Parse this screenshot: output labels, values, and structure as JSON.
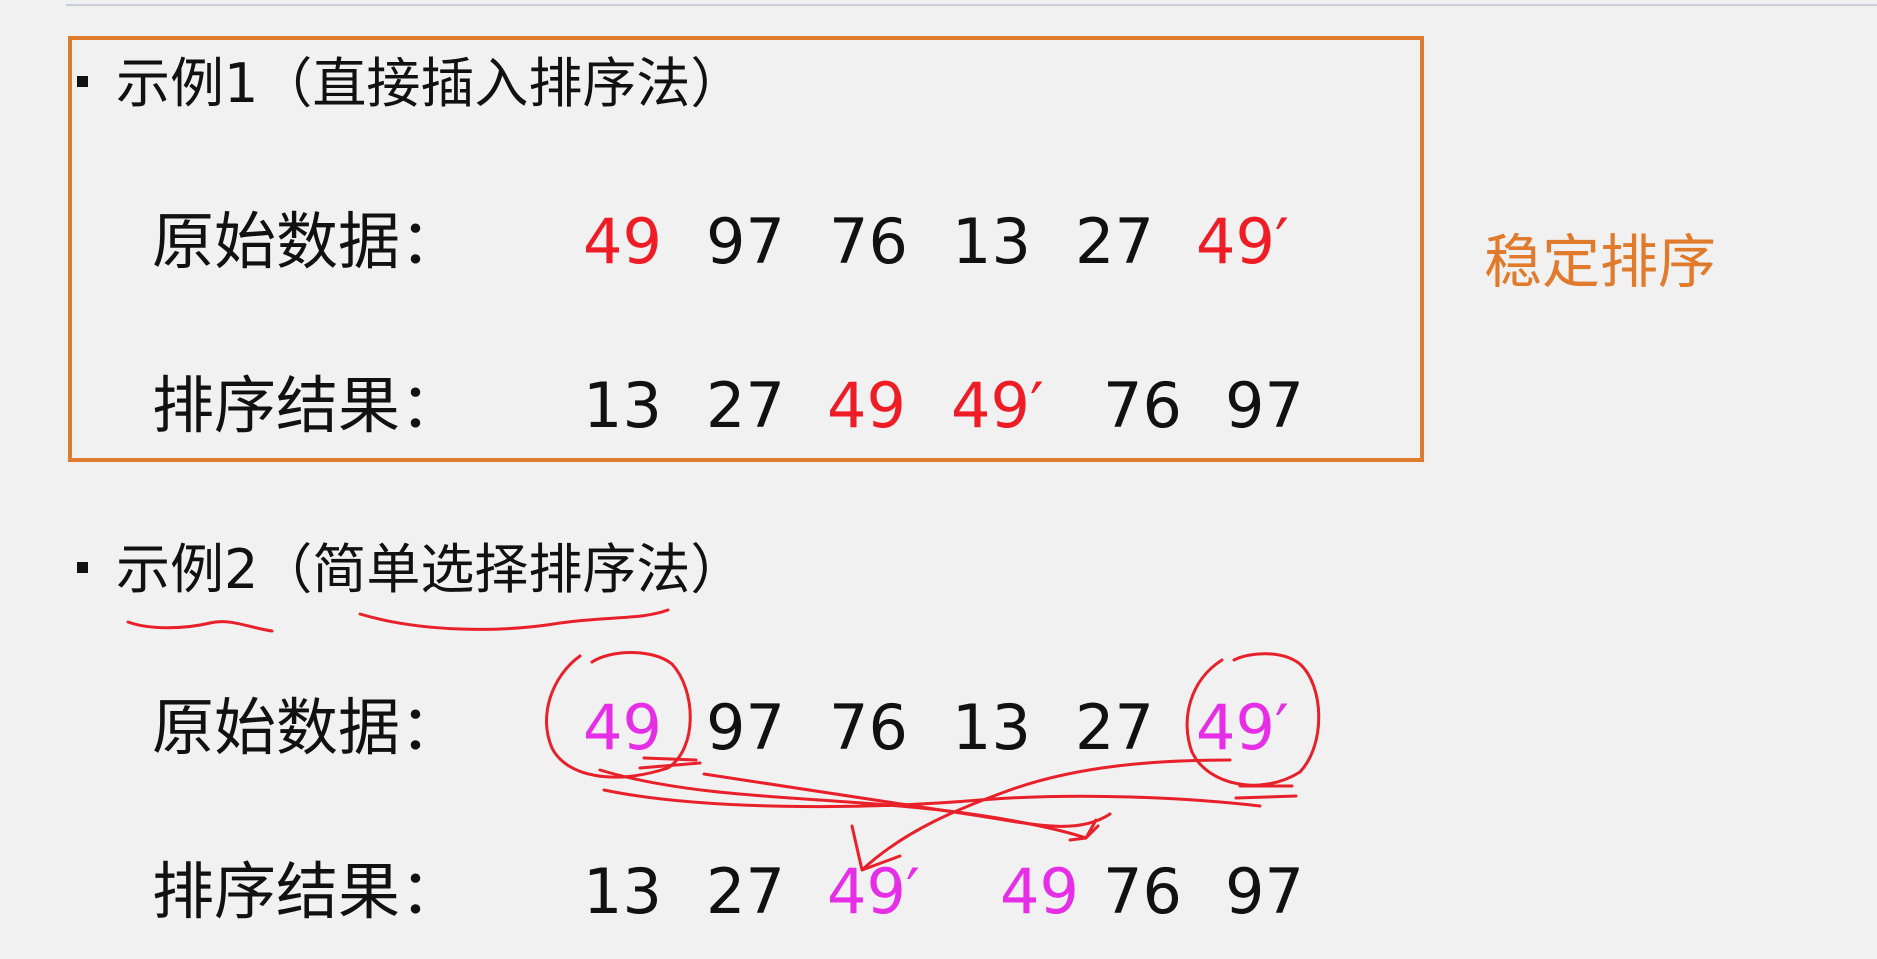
{
  "example1": {
    "heading": "示例1（直接插入排序法）",
    "original_label": "原始数据：",
    "original_values": [
      "49",
      "97",
      "76",
      "13",
      "27",
      "49′"
    ],
    "result_label": "排序结果：",
    "result_values": [
      "13",
      "27",
      "49",
      "49′",
      "76",
      "97"
    ]
  },
  "example2": {
    "heading": "示例2（简单选择排序法）",
    "original_label": "原始数据：",
    "original_values": [
      "49",
      "97",
      "76",
      "13",
      "27",
      "49′"
    ],
    "result_label": "排序结果：",
    "result_values": [
      "13",
      "27",
      "49′",
      "49",
      "76",
      "97"
    ]
  },
  "side_note": "稳定排序",
  "colors": {
    "box_outline": "#e07a2c",
    "emphasis_red": "#ee1c25",
    "emphasis_magenta": "#e62ee6",
    "annotation_ink": "#e8202a",
    "background": "#f2f1f1"
  }
}
